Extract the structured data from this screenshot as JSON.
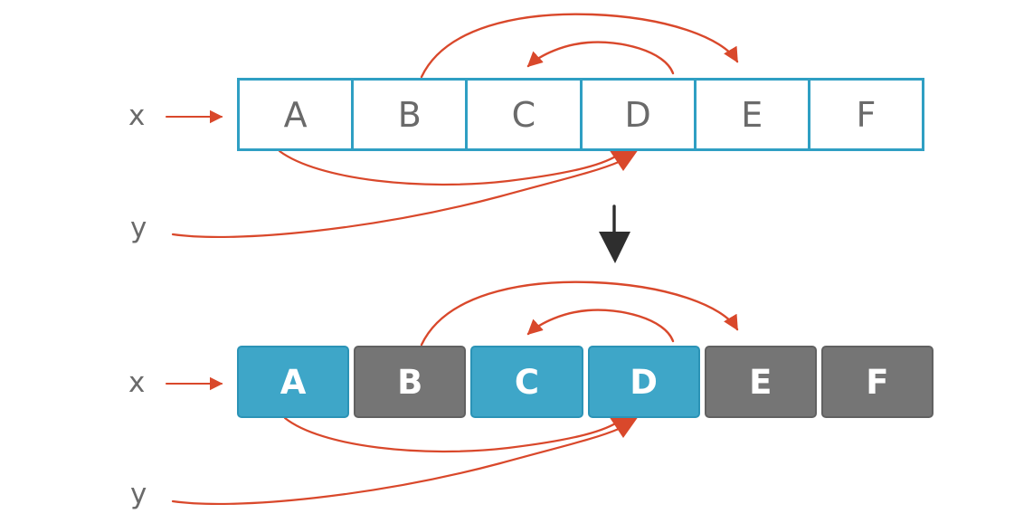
{
  "colors": {
    "red": "#d9482b",
    "blue": "#3ea6c8",
    "blue_border": "#2f9fc3",
    "gray_cell": "#757575",
    "text_gray": "#6a6a6a",
    "black_arrow": "#2e2e2e"
  },
  "top_diagram": {
    "x_label": "x",
    "y_label": "y",
    "cells": [
      {
        "label": "A",
        "state": "plain"
      },
      {
        "label": "B",
        "state": "plain"
      },
      {
        "label": "C",
        "state": "plain"
      },
      {
        "label": "D",
        "state": "plain"
      },
      {
        "label": "E",
        "state": "plain"
      },
      {
        "label": "F",
        "state": "plain"
      }
    ]
  },
  "bottom_diagram": {
    "x_label": "x",
    "y_label": "y",
    "cells": [
      {
        "label": "A",
        "state": "highlighted"
      },
      {
        "label": "B",
        "state": "dimmed"
      },
      {
        "label": "C",
        "state": "highlighted"
      },
      {
        "label": "D",
        "state": "highlighted"
      },
      {
        "label": "E",
        "state": "dimmed"
      },
      {
        "label": "F",
        "state": "dimmed"
      }
    ]
  },
  "arrows": {
    "x_pointer_top": {
      "from": "x",
      "to": "array start"
    },
    "y_pointer_top": {
      "from": "y",
      "to": "below cell D"
    },
    "swap_arc_top_1": {
      "from": "B",
      "to": "E"
    },
    "swap_arc_top_2": {
      "from": "D",
      "to": "C"
    },
    "under_arc_top": {
      "from": "A",
      "to": "below cell D"
    },
    "transform_arrow": {
      "from": "top diagram",
      "to": "bottom diagram"
    },
    "x_pointer_bottom": {
      "from": "x",
      "to": "array start"
    },
    "y_pointer_bottom": {
      "from": "y",
      "to": "below cell D"
    },
    "swap_arc_bottom_1": {
      "from": "B",
      "to": "E"
    },
    "swap_arc_bottom_2": {
      "from": "D",
      "to": "C"
    },
    "under_arc_bottom": {
      "from": "A",
      "to": "below cell D"
    }
  }
}
